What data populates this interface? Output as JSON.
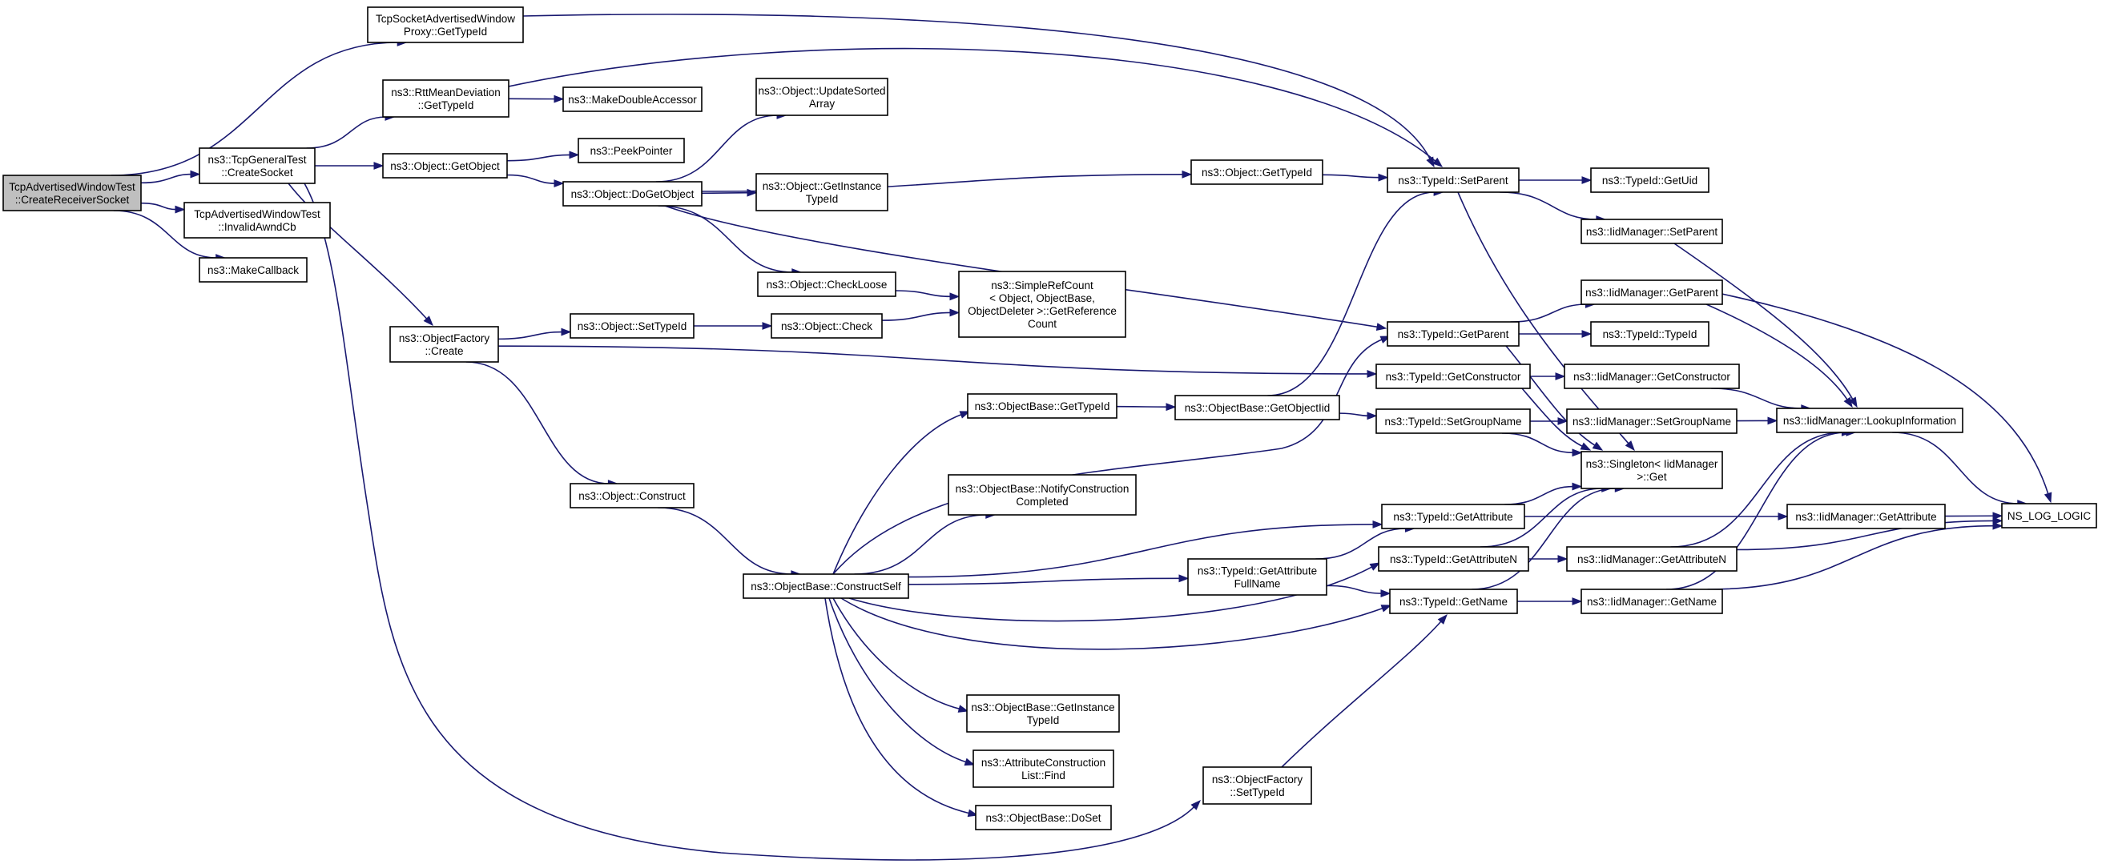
{
  "graph": {
    "edge_color": "#191970",
    "root_fill": "#bfbfbf",
    "nodes": [
      {
        "id": "root",
        "lines": [
          "TcpAdvertisedWindowTest",
          "::CreateReceiverSocket"
        ],
        "root": true
      },
      {
        "id": "proxyGetTypeId",
        "lines": [
          "TcpSocketAdvertisedWindow",
          "Proxy::GetTypeId"
        ]
      },
      {
        "id": "createSocket",
        "lines": [
          "ns3::TcpGeneralTest",
          "::CreateSocket"
        ]
      },
      {
        "id": "invalidAwnd",
        "lines": [
          "TcpAdvertisedWindowTest",
          "::InvalidAwndCb"
        ]
      },
      {
        "id": "makeCallback",
        "lines": [
          "ns3::MakeCallback"
        ]
      },
      {
        "id": "rttGetTypeId",
        "lines": [
          "ns3::RttMeanDeviation",
          "::GetTypeId"
        ]
      },
      {
        "id": "getObject",
        "lines": [
          "ns3::Object::GetObject"
        ]
      },
      {
        "id": "objFactoryCreate",
        "lines": [
          "ns3::ObjectFactory",
          "::Create"
        ]
      },
      {
        "id": "makeDoubleAccessor",
        "lines": [
          "ns3::MakeDoubleAccessor"
        ]
      },
      {
        "id": "peekPointer",
        "lines": [
          "ns3::PeekPointer"
        ]
      },
      {
        "id": "doGetObject",
        "lines": [
          "ns3::Object::DoGetObject"
        ]
      },
      {
        "id": "setTypeIdObj",
        "lines": [
          "ns3::Object::SetTypeId"
        ]
      },
      {
        "id": "objConstruct",
        "lines": [
          "ns3::Object::Construct"
        ]
      },
      {
        "id": "updateSorted",
        "lines": [
          "ns3::Object::UpdateSorted",
          "Array"
        ]
      },
      {
        "id": "getInstanceTypeIdObj",
        "lines": [
          "ns3::Object::GetInstance",
          "TypeId"
        ]
      },
      {
        "id": "checkLoose",
        "lines": [
          "ns3::Object::CheckLoose"
        ]
      },
      {
        "id": "check",
        "lines": [
          "ns3::Object::Check"
        ]
      },
      {
        "id": "simpleRefCount",
        "lines": [
          "ns3::SimpleRefCount",
          "< Object, ObjectBase,",
          "ObjectDeleter >::GetReference",
          "Count"
        ]
      },
      {
        "id": "constructSelf",
        "lines": [
          "ns3::ObjectBase::ConstructSelf"
        ]
      },
      {
        "id": "obGetTypeId",
        "lines": [
          "ns3::ObjectBase::GetTypeId"
        ]
      },
      {
        "id": "notifyConstruction",
        "lines": [
          "ns3::ObjectBase::NotifyConstruction",
          "Completed"
        ]
      },
      {
        "id": "obGetInstanceTypeId",
        "lines": [
          "ns3::ObjectBase::GetInstance",
          "TypeId"
        ]
      },
      {
        "id": "attrConstructionFind",
        "lines": [
          "ns3::AttributeConstruction",
          "List::Find"
        ]
      },
      {
        "id": "doSet",
        "lines": [
          "ns3::ObjectBase::DoSet"
        ]
      },
      {
        "id": "objGetTypeId",
        "lines": [
          "ns3::Object::GetTypeId"
        ]
      },
      {
        "id": "getObjectIid",
        "lines": [
          "ns3::ObjectBase::GetObjectIid"
        ]
      },
      {
        "id": "tidGetAttrFullName",
        "lines": [
          "ns3::TypeId::GetAttribute",
          "FullName"
        ]
      },
      {
        "id": "ofSetTypeId",
        "lines": [
          "ns3::ObjectFactory",
          "::SetTypeId"
        ]
      },
      {
        "id": "tidSetParent",
        "lines": [
          "ns3::TypeId::SetParent"
        ]
      },
      {
        "id": "tidGetParent",
        "lines": [
          "ns3::TypeId::GetParent"
        ]
      },
      {
        "id": "tidGetConstructor",
        "lines": [
          "ns3::TypeId::GetConstructor"
        ]
      },
      {
        "id": "tidSetGroupName",
        "lines": [
          "ns3::TypeId::SetGroupName"
        ]
      },
      {
        "id": "tidGetAttribute",
        "lines": [
          "ns3::TypeId::GetAttribute"
        ]
      },
      {
        "id": "tidGetAttributeN",
        "lines": [
          "ns3::TypeId::GetAttributeN"
        ]
      },
      {
        "id": "tidGetName",
        "lines": [
          "ns3::TypeId::GetName"
        ]
      },
      {
        "id": "tidGetUid",
        "lines": [
          "ns3::TypeId::GetUid"
        ]
      },
      {
        "id": "iidSetParent",
        "lines": [
          "ns3::IidManager::SetParent"
        ]
      },
      {
        "id": "iidGetParent",
        "lines": [
          "ns3::IidManager::GetParent"
        ]
      },
      {
        "id": "tidTypeId",
        "lines": [
          "ns3::TypeId::TypeId"
        ]
      },
      {
        "id": "iidGetConstructor",
        "lines": [
          "ns3::IidManager::GetConstructor"
        ]
      },
      {
        "id": "iidSetGroupName",
        "lines": [
          "ns3::IidManager::SetGroupName"
        ]
      },
      {
        "id": "singletonGet",
        "lines": [
          "ns3::Singleton< IidManager",
          ">::Get"
        ]
      },
      {
        "id": "iidGetAttribute",
        "lines": [
          "ns3::IidManager::GetAttribute"
        ]
      },
      {
        "id": "iidGetAttributeN",
        "lines": [
          "ns3::IidManager::GetAttributeN"
        ]
      },
      {
        "id": "iidGetName",
        "lines": [
          "ns3::IidManager::GetName"
        ]
      },
      {
        "id": "lookupInformation",
        "lines": [
          "ns3::IidManager::LookupInformation"
        ]
      },
      {
        "id": "nsLogLogic",
        "lines": [
          "NS_LOG_LOGIC"
        ]
      }
    ],
    "edges": [
      [
        "root",
        "proxyGetTypeId"
      ],
      [
        "root",
        "createSocket"
      ],
      [
        "root",
        "invalidAwnd"
      ],
      [
        "root",
        "makeCallback"
      ],
      [
        "proxyGetTypeId",
        "tidSetParent"
      ],
      [
        "createSocket",
        "rttGetTypeId"
      ],
      [
        "createSocket",
        "getObject"
      ],
      [
        "createSocket",
        "objFactoryCreate"
      ],
      [
        "createSocket",
        "ofSetTypeId"
      ],
      [
        "rttGetTypeId",
        "makeDoubleAccessor"
      ],
      [
        "rttGetTypeId",
        "tidSetParent"
      ],
      [
        "getObject",
        "peekPointer"
      ],
      [
        "getObject",
        "doGetObject"
      ],
      [
        "doGetObject",
        "updateSorted"
      ],
      [
        "doGetObject",
        "getInstanceTypeIdObj"
      ],
      [
        "doGetObject",
        "checkLoose"
      ],
      [
        "doGetObject",
        "objGetTypeId"
      ],
      [
        "doGetObject",
        "tidGetParent"
      ],
      [
        "checkLoose",
        "simpleRefCount"
      ],
      [
        "objFactoryCreate",
        "setTypeIdObj"
      ],
      [
        "objFactoryCreate",
        "tidGetConstructor"
      ],
      [
        "objFactoryCreate",
        "objConstruct"
      ],
      [
        "setTypeIdObj",
        "check"
      ],
      [
        "check",
        "simpleRefCount"
      ],
      [
        "objConstruct",
        "constructSelf"
      ],
      [
        "constructSelf",
        "obGetTypeId"
      ],
      [
        "constructSelf",
        "notifyConstruction"
      ],
      [
        "constructSelf",
        "tidGetAttrFullName"
      ],
      [
        "constructSelf",
        "tidGetAttribute"
      ],
      [
        "constructSelf",
        "tidGetAttributeN"
      ],
      [
        "constructSelf",
        "tidGetName"
      ],
      [
        "constructSelf",
        "tidGetParent"
      ],
      [
        "constructSelf",
        "obGetInstanceTypeId"
      ],
      [
        "constructSelf",
        "attrConstructionFind"
      ],
      [
        "constructSelf",
        "doSet"
      ],
      [
        "obGetTypeId",
        "getObjectIid"
      ],
      [
        "getObjectIid",
        "tidSetParent"
      ],
      [
        "getObjectIid",
        "tidSetGroupName"
      ],
      [
        "objGetTypeId",
        "tidSetParent"
      ],
      [
        "tidGetAttrFullName",
        "tidGetAttribute"
      ],
      [
        "tidGetAttrFullName",
        "tidGetName"
      ],
      [
        "ofSetTypeId",
        "tidGetName"
      ],
      [
        "tidSetParent",
        "tidGetUid"
      ],
      [
        "tidSetParent",
        "iidSetParent"
      ],
      [
        "tidSetParent",
        "singletonGet"
      ],
      [
        "tidGetParent",
        "iidGetParent"
      ],
      [
        "tidGetParent",
        "tidTypeId"
      ],
      [
        "tidGetParent",
        "singletonGet"
      ],
      [
        "tidGetConstructor",
        "iidGetConstructor"
      ],
      [
        "tidGetConstructor",
        "singletonGet"
      ],
      [
        "tidSetGroupName",
        "iidSetGroupName"
      ],
      [
        "tidSetGroupName",
        "singletonGet"
      ],
      [
        "tidGetAttribute",
        "iidGetAttribute"
      ],
      [
        "tidGetAttribute",
        "singletonGet"
      ],
      [
        "tidGetAttributeN",
        "iidGetAttributeN"
      ],
      [
        "tidGetAttributeN",
        "singletonGet"
      ],
      [
        "tidGetName",
        "iidGetName"
      ],
      [
        "tidGetName",
        "singletonGet"
      ],
      [
        "iidSetParent",
        "lookupInformation"
      ],
      [
        "iidGetParent",
        "lookupInformation"
      ],
      [
        "iidGetParent",
        "nsLogLogic"
      ],
      [
        "iidGetConstructor",
        "lookupInformation"
      ],
      [
        "iidSetGroupName",
        "lookupInformation"
      ],
      [
        "iidGetAttribute",
        "nsLogLogic"
      ],
      [
        "iidGetAttributeN",
        "lookupInformation"
      ],
      [
        "iidGetAttributeN",
        "nsLogLogic"
      ],
      [
        "iidGetName",
        "lookupInformation"
      ],
      [
        "iidGetName",
        "nsLogLogic"
      ],
      [
        "lookupInformation",
        "nsLogLogic"
      ]
    ]
  }
}
